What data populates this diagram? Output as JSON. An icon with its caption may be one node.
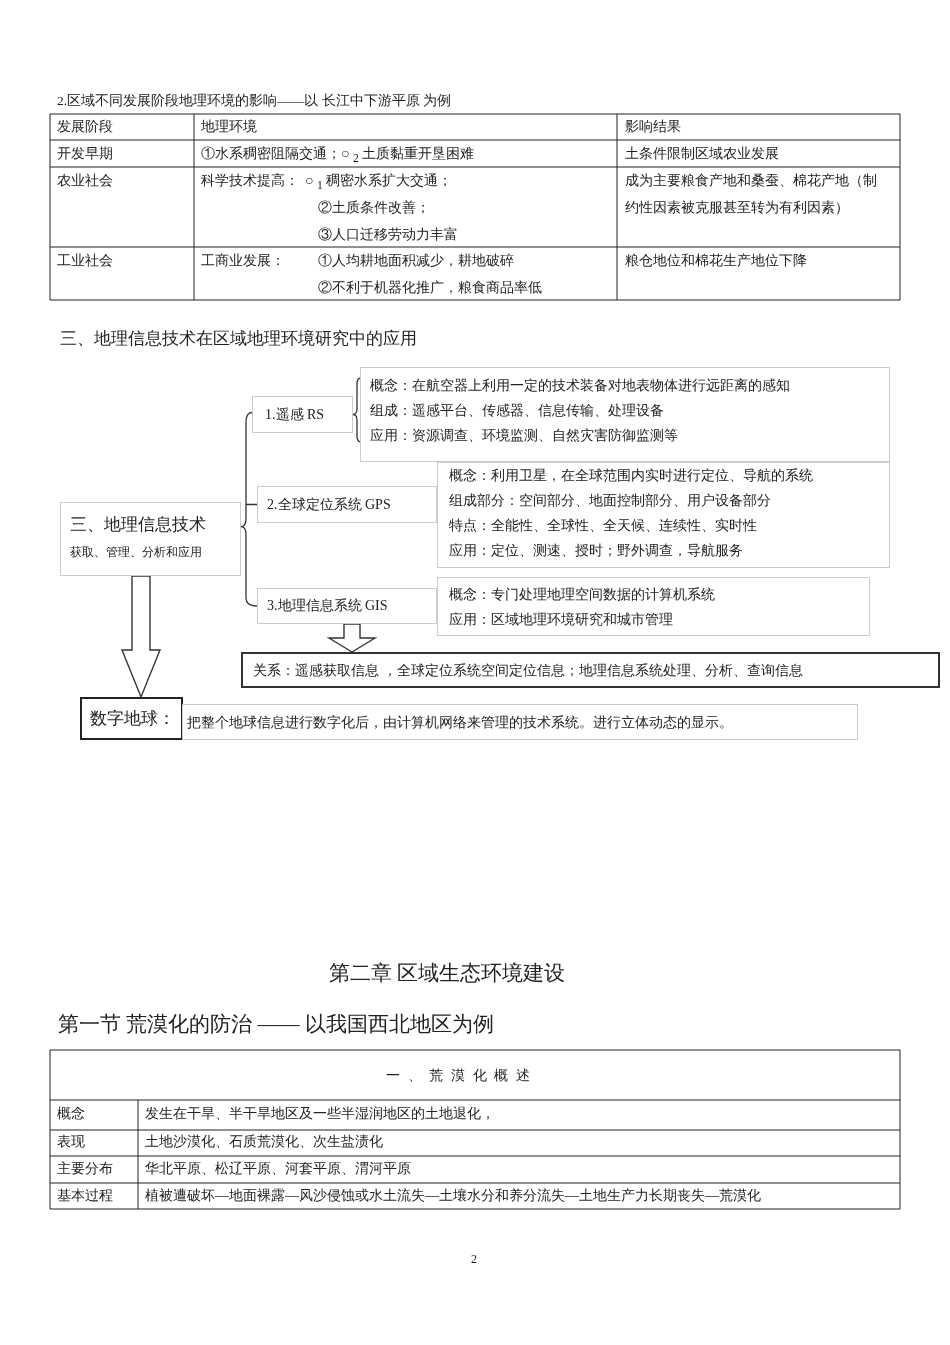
{
  "diagram": {
    "title": "三、地理信息技术在区域地理环境研究中的应用",
    "nodes": [
      {
        "text": [
          "三、地理信息技术",
          "获取、管理、分析和应用"
        ]
      },
      {
        "text": [
          "1.遥感 RS"
        ]
      },
      {
        "text": [
          "概念：在航空器上利用一定的技术装备对地表物体进行远距离的感知",
          "组成：遥感平台、传感器、信息传输、处理设备",
          "应用：资源调查、环境监测、自然灾害防御监测等"
        ]
      },
      {
        "text": [
          "2.全球定位系统 GPS"
        ]
      },
      {
        "text": [
          "概念：利用卫星，在全球范围内实时进行定位、导航的系统",
          "组成部分：空间部分、地面控制部分、用户设备部分",
          "特点：全能性、全球性、全天候、连续性、实时性",
          "应用：定位、测速、授时；野外调查，导航服务"
        ]
      },
      {
        "text": [
          "3.地理信息系统 GIS"
        ]
      },
      {
        "text": [
          "概念：专门处理地理空间数据的计算机系统",
          "应用：区域地理环境研究和城市管理"
        ]
      },
      {
        "text": [
          "关系：遥感获取信息 ，全球定位系统空间定位信息；地理信息系统处理、分析、查询信息"
        ]
      },
      {
        "text": [
          "数字地球："
        ]
      },
      {
        "text": [
          "把整个地球信息进行数字化后，由计算机网络来管理的技术系统。进行立体动态的显示。"
        ]
      }
    ],
    "edges": [
      {
        "from": 0,
        "to": 1,
        "arrow": "none"
      },
      {
        "from": 0,
        "to": 3,
        "arrow": "none"
      },
      {
        "from": 0,
        "to": 5,
        "arrow": "none"
      },
      {
        "from": 1,
        "to": 2,
        "arrow": "none"
      },
      {
        "from": 5,
        "to": 7,
        "arrow": "to"
      },
      {
        "from": 0,
        "to": 8,
        "arrow": "to"
      }
    ],
    "labels": [
      "2.区域不同发展阶段地理环境的影响——以 长江中下游平原 为例",
      "发展阶段",
      "地理环境",
      "影响结果",
      "开发早期",
      "①水系稠密阻隔交通；○ $_{2}$ 土质黏重开垦困难",
      "土条件限制区域农业发展",
      "农业社会",
      "科学技术提高：",
      "○ $_{1}$ 稠密水系扩大交通；",
      "②土质条件改善；",
      "③人口迁移劳动力丰富",
      "成为主要粮食产地和桑蚕、棉花产地（制约性因素被克服甚至转为有利因素）",
      "工业社会",
      "工商业发展：",
      "①人均耕地面积减少，耕地破碎",
      "②不利于机器化推广，粮食商品率低",
      "粮仓地位和棉花生产地位下降",
      "第二章 区域生态环境建设",
      "第一节 荒漠化的防治 —— 以我国西北地区为例",
      "一、荒漠化概述",
      "概念",
      "发生在干旱、半干旱地区及一些半湿润地区的土地退化，",
      "表现",
      "土地沙漠化、石质荒漠化、次生盐渍化",
      "主要分布",
      "华北平原、松辽平原、河套平原、渭河平原",
      "基本过程",
      "植被遭破坏—地面裸露—风沙侵蚀或水土流失—土壤水分和养分流失—土地生产力长期丧失—荒漠化",
      "2"
    ]
  }
}
